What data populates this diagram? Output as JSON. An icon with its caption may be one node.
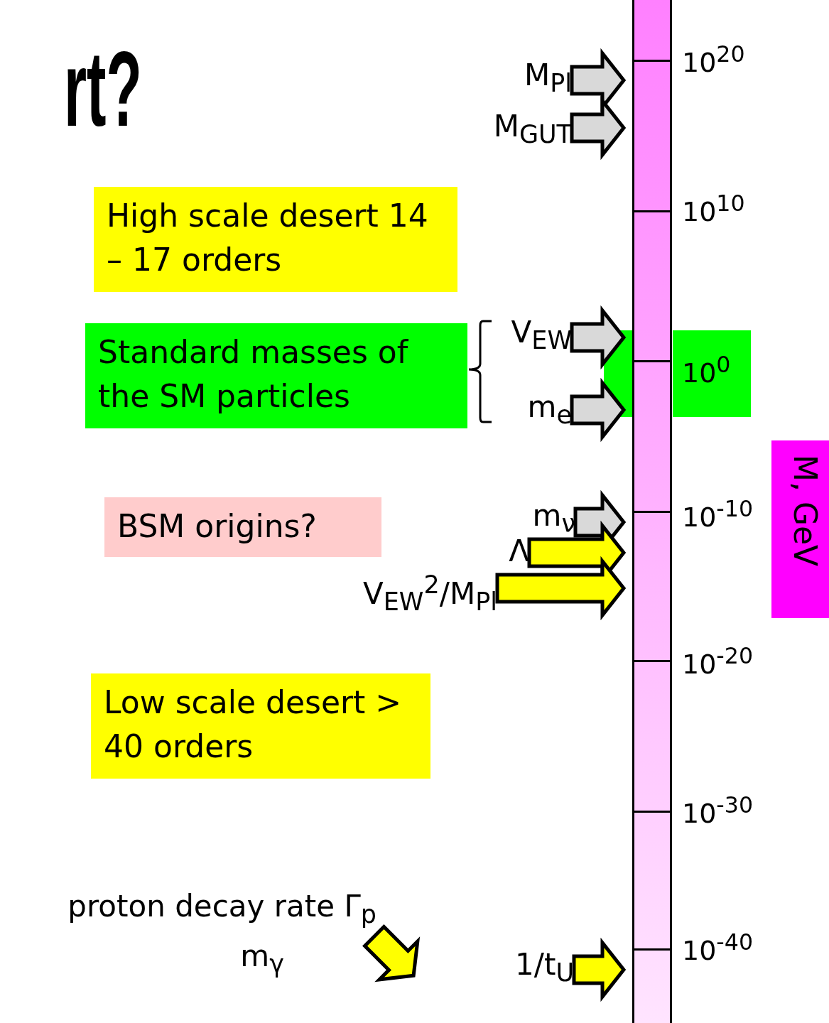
{
  "diagram": {
    "title": "rt?",
    "nodes": [
      {
        "text": [
          "High scale desert 14 – 17 orders"
        ]
      },
      {
        "text": [
          "Standard masses of the SM particles"
        ]
      },
      {
        "text": [
          "BSM origins?"
        ]
      },
      {
        "text": [
          "Low scale desert > 40 orders"
        ]
      },
      {
        "text": [
          "M$_{Pl}$"
        ]
      },
      {
        "text": [
          "M$_{GUT}$"
        ]
      },
      {
        "text": [
          "V$_{EW}$"
        ]
      },
      {
        "text": [
          "m$_{e}$"
        ]
      },
      {
        "text": [
          "m$_{ν}$"
        ]
      },
      {
        "text": [
          "Λ"
        ]
      },
      {
        "text": [
          "V$_{EW}$$^{2}$/M$_{Pl}$"
        ]
      },
      {
        "text": [
          "proton decay rate Γ$_{p}$"
        ]
      },
      {
        "text": [
          "m$_{γ}$"
        ]
      },
      {
        "text": [
          "1/t$_{U}$"
        ]
      },
      {
        "text": [],
        "shape": "bar"
      },
      {
        "text": [
          "10$^{0}$"
        ]
      },
      {
        "text": [
          "M, GeV"
        ]
      }
    ],
    "edges": [
      {
        "from": 4,
        "to": 14,
        "arrow": "to"
      },
      {
        "from": 5,
        "to": 14,
        "arrow": "to"
      },
      {
        "from": 6,
        "to": 14,
        "arrow": "to"
      },
      {
        "from": 7,
        "to": 14,
        "arrow": "to"
      },
      {
        "from": 8,
        "to": 14,
        "arrow": "to"
      },
      {
        "from": 9,
        "to": 14,
        "arrow": "to",
        "color": "#ffff00"
      },
      {
        "from": 10,
        "to": 14,
        "arrow": "to",
        "color": "#ffff00"
      },
      {
        "from": 11,
        "to": null,
        "arrow": "to",
        "color": "#ffff00"
      },
      {
        "from": 13,
        "to": 14,
        "arrow": "to",
        "color": "#ffff00"
      }
    ],
    "labels": [
      "10$^{20}$",
      "10$^{10}$",
      "10$^{-10}$",
      "10$^{-20}$",
      "10$^{-30}$",
      "10$^{-40}$"
    ]
  }
}
